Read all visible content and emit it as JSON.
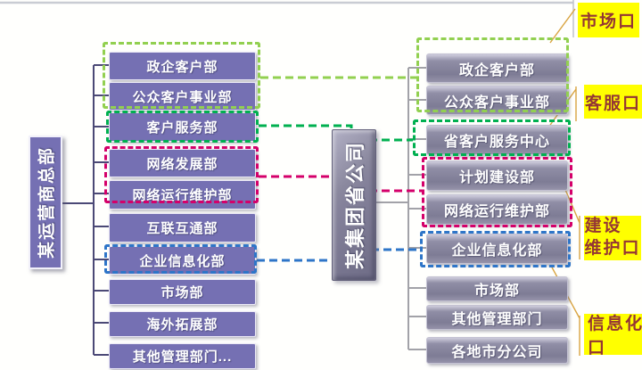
{
  "diagram": {
    "left_root": "某运营商总部",
    "center_root": "某集团省公司",
    "left_departments": [
      "政企客户部",
      "公众客户事业部",
      "客户服务部",
      "网络发展部",
      "网络运行维护部",
      "互联互通部",
      "企业信息化部",
      "市场部",
      "海外拓展部",
      "其他管理部门..."
    ],
    "right_departments": [
      "政企客户部",
      "公众客户事业部",
      "省客户服务中心",
      "计划建设部",
      "网络运行维护部",
      "企业信息化部",
      "市场部",
      "其他管理部门",
      "各地市分公司"
    ],
    "callouts": {
      "market": "市场口",
      "customer_service": "客服口",
      "construction_maintenance": "建设\n维护口",
      "informatization": "信息化口"
    }
  },
  "colors": {
    "purple": "#7570b3",
    "green": "#92d050",
    "teal": "#00b050",
    "magenta": "#d4006a",
    "blue": "#2e75c8",
    "yellow": "#ffff00",
    "callout_text": "#943634",
    "orange": "#d9a441",
    "left_line": "#4b4976",
    "right_line": "#a2a2a8",
    "topline": "#c9ccd3"
  }
}
